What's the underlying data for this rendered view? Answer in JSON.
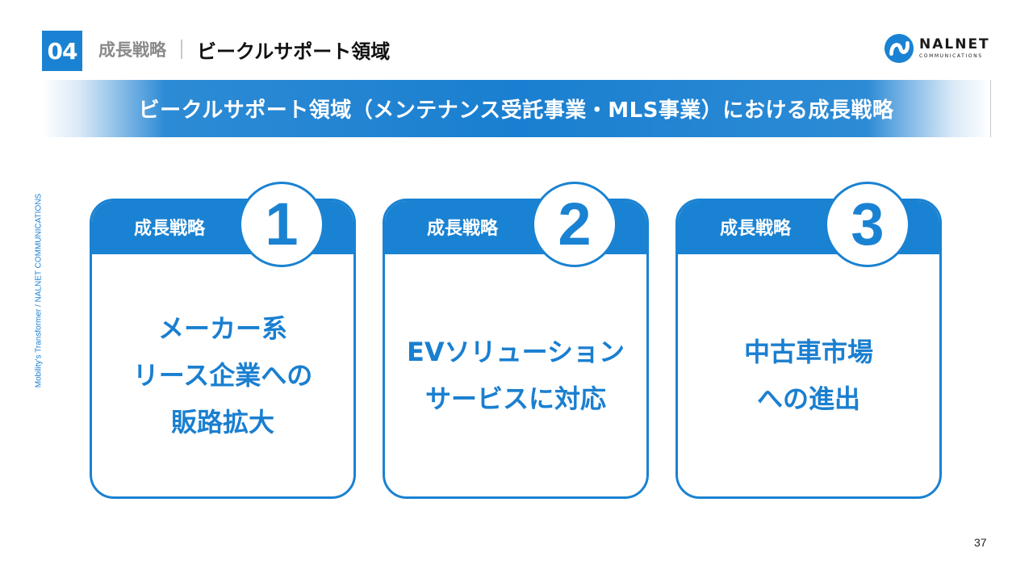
{
  "header": {
    "section_number": "04",
    "parent": "成長戦略",
    "current": "ビークルサポート領域"
  },
  "logo": {
    "name": "NALNET",
    "sub": "COMMUNICATIONS"
  },
  "banner": {
    "title": "ビークルサポート領域（メンテナンス受託事業・MLS事業）における成長戦略"
  },
  "side_text": "Mobility's Transformer / NALNET COMMUNICATIONS",
  "cards": [
    {
      "label": "成長戦略",
      "number": "1",
      "lines": [
        "メーカー系",
        "リース企業への",
        "販路拡大"
      ]
    },
    {
      "label": "成長戦略",
      "number": "2",
      "lines": [
        "EVソリューション",
        "サービスに対応"
      ]
    },
    {
      "label": "成長戦略",
      "number": "3",
      "lines": [
        "中古車市場",
        "への進出"
      ]
    }
  ],
  "page_number": "37",
  "colors": {
    "accent": "#1a82d2",
    "muted": "#8a8a8a"
  }
}
